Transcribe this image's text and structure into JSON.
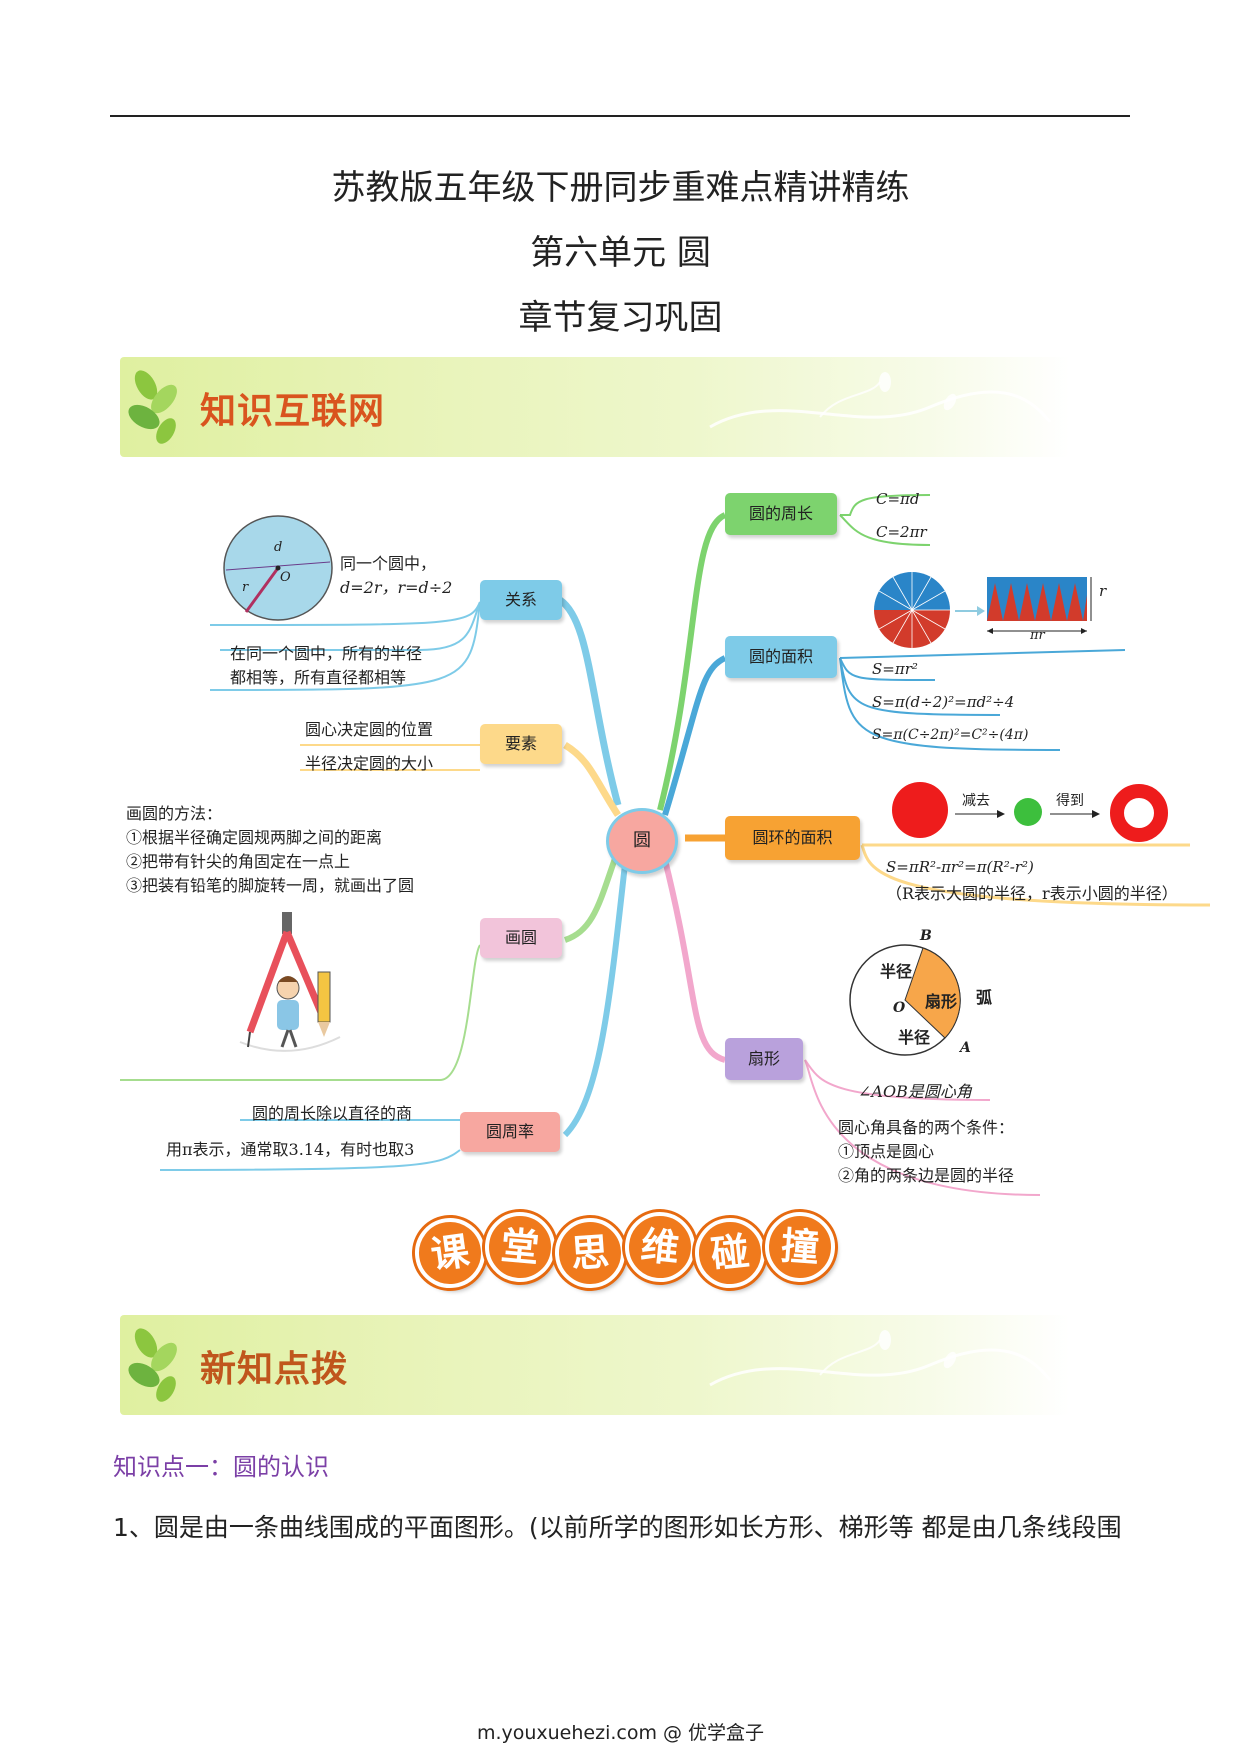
{
  "header": {
    "title_line1": "苏教版五年级下册同步重难点精讲精练",
    "title_line2": "第六单元  圆",
    "title_line3": "章节复习巩固"
  },
  "banners": {
    "network": "知识互联网",
    "tips": "新知点拨",
    "collision_chars": [
      "课",
      "堂",
      "思",
      "维",
      "碰",
      "撞"
    ]
  },
  "mindmap": {
    "center": "圆",
    "left": {
      "relation": {
        "label": "关系",
        "circle_labels": {
          "d": "d",
          "r": "r",
          "o": "O"
        },
        "note1_line1": "同一个圆中，",
        "note1_line2": "d=2r，r=d÷2",
        "note2_line1": "在同一个圆中，所有的半径",
        "note2_line2": "都相等，所有直径都相等"
      },
      "elements": {
        "label": "要素",
        "note1": "圆心决定圆的位置",
        "note2": "半径决定圆的大小"
      },
      "draw": {
        "label": "画圆",
        "method_title": "画圆的方法：",
        "step1": "①根据半径确定圆规两脚之间的距离",
        "step2": "②把带有针尖的角固定在一点上",
        "step3": "③把装有铅笔的脚旋转一周，就画出了圆"
      },
      "pi": {
        "label": "圆周率",
        "note1": "圆的周长除以直径的商",
        "note2": "用π表示，通常取3.14，有时也取3"
      }
    },
    "right": {
      "circumference": {
        "label": "圆的周长",
        "f1": "C=πd",
        "f2": "C=2πr"
      },
      "area": {
        "label": "圆的面积",
        "fig_r": "r",
        "fig_pir": "πr",
        "f1": "S=πr²",
        "f2": "S=π(d÷2)²=πd²÷4",
        "f3": "S=π(C÷2π)²=C²÷(4π)"
      },
      "ring": {
        "label": "圆环的面积",
        "minus": "减去",
        "get": "得到",
        "f1": "S=πR²-πr²=π(R²-r²)",
        "f2": "（R表示大圆的半径，r表示小圆的半径）"
      },
      "sector": {
        "label": "扇形",
        "fig_b": "B",
        "fig_a": "A",
        "fig_o": "O",
        "fig_radius1": "半径",
        "fig_radius2": "半径",
        "fig_sector": "扇形",
        "fig_arc": "弧",
        "note1": "∠AOB是圆心角",
        "note2": "圆心角具备的两个条件：",
        "note3": "①顶点是圆心",
        "note4": "②角的两条边是圆的半径"
      }
    }
  },
  "knowledge_point": "知识点一：圆的认识",
  "paragraph": "1、圆是由一条曲线围成的平面图形。(以前所学的图形如长方形、梯形等   都是由几条线段围",
  "footer": "m.youxuehezi.com @ 优学盒子",
  "colors": {
    "blue": "#7ecbe8",
    "yellow": "#fdd98a",
    "pink": "#f2c4da",
    "coral": "#f7a7a0",
    "green": "#7dd36e",
    "orange": "#f7a233",
    "purple": "#b9a1dc",
    "title_orange": "#d9541e",
    "kp_purple": "#7b3fa6"
  }
}
